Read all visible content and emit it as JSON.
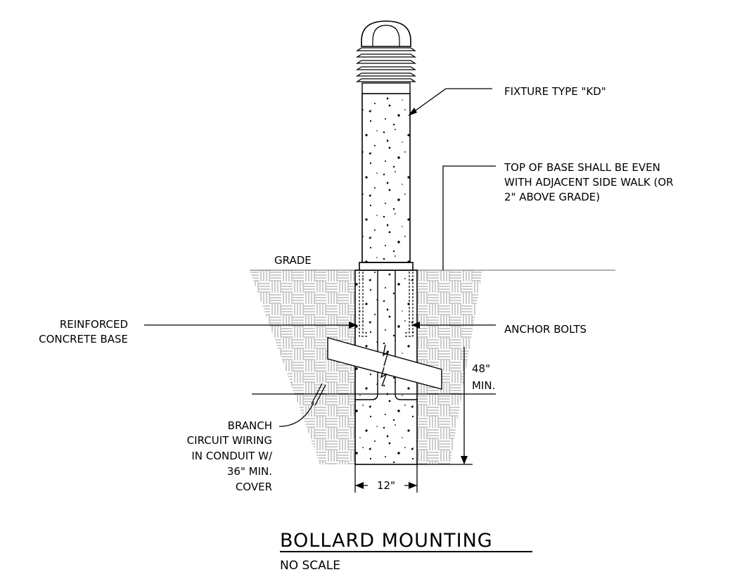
{
  "labels": {
    "fixture_type": "FIXTURE TYPE \"KD\"",
    "top_of_base": [
      "TOP OF BASE SHALL BE EVEN",
      "WITH ADJACENT SIDE WALK (OR",
      "2\" ABOVE GRADE)"
    ],
    "grade": "GRADE",
    "reinforced_base": [
      "REINFORCED",
      "CONCRETE BASE"
    ],
    "anchor_bolts": "ANCHOR BOLTS",
    "depth": [
      "48\"",
      "MIN."
    ],
    "branch_circuit": [
      "BRANCH",
      "CIRCUIT WIRING",
      "IN CONDUIT W/",
      "36\" MIN.",
      "COVER"
    ],
    "width": "12\""
  },
  "title": {
    "main": "BOLLARD MOUNTING",
    "scale": "NO SCALE"
  }
}
